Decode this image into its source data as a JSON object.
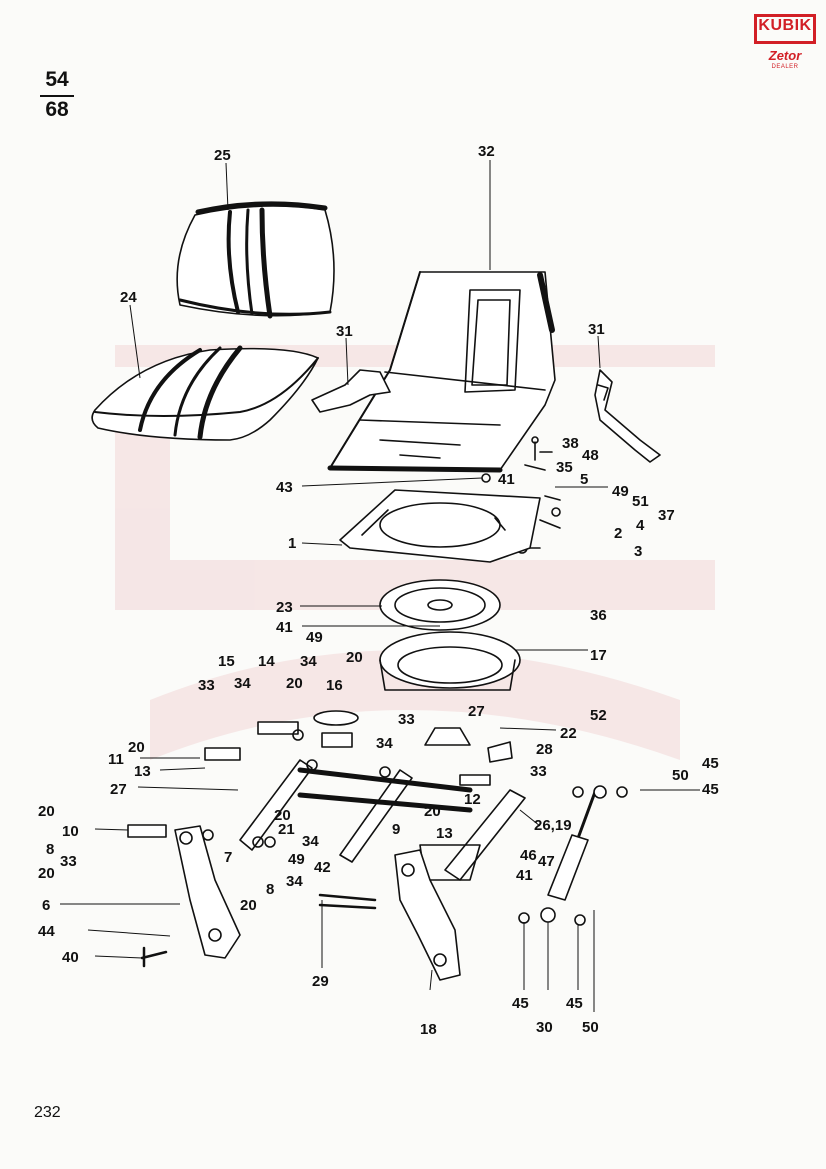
{
  "page": {
    "code_top": "54",
    "code_bottom": "68",
    "page_number": "232"
  },
  "logo": {
    "brand": "KUBIK",
    "sub": "Zetor",
    "dealer": "DEALER"
  },
  "colors": {
    "ink": "#111111",
    "paper": "#fbfbf9",
    "brand_red": "#d21f26",
    "watermark": "#f3dede"
  },
  "callouts": [
    {
      "id": "c25",
      "text": "25"
    },
    {
      "id": "c32",
      "text": "32"
    },
    {
      "id": "c24",
      "text": "24"
    },
    {
      "id": "c31a",
      "text": "31"
    },
    {
      "id": "c31b",
      "text": "31"
    },
    {
      "id": "c38",
      "text": "38"
    },
    {
      "id": "c48",
      "text": "48"
    },
    {
      "id": "c35",
      "text": "35"
    },
    {
      "id": "c41a",
      "text": "41"
    },
    {
      "id": "c5",
      "text": "5"
    },
    {
      "id": "c43",
      "text": "43"
    },
    {
      "id": "c49a",
      "text": "49"
    },
    {
      "id": "c51",
      "text": "51"
    },
    {
      "id": "c37",
      "text": "37"
    },
    {
      "id": "c4",
      "text": "4"
    },
    {
      "id": "c2",
      "text": "2"
    },
    {
      "id": "c1",
      "text": "1"
    },
    {
      "id": "c3",
      "text": "3"
    },
    {
      "id": "c23",
      "text": "23"
    },
    {
      "id": "c36",
      "text": "36"
    },
    {
      "id": "c41b",
      "text": "41"
    },
    {
      "id": "c49b",
      "text": "49"
    },
    {
      "id": "c17",
      "text": "17"
    },
    {
      "id": "c15",
      "text": "15"
    },
    {
      "id": "c14",
      "text": "14"
    },
    {
      "id": "c34a",
      "text": "34"
    },
    {
      "id": "c20a",
      "text": "20"
    },
    {
      "id": "c34b",
      "text": "34"
    },
    {
      "id": "c20b",
      "text": "20"
    },
    {
      "id": "c16",
      "text": "16"
    },
    {
      "id": "c33a",
      "text": "33"
    },
    {
      "id": "c33b",
      "text": "33"
    },
    {
      "id": "c27a",
      "text": "27"
    },
    {
      "id": "c52",
      "text": "52"
    },
    {
      "id": "c22",
      "text": "22"
    },
    {
      "id": "c34c",
      "text": "34"
    },
    {
      "id": "c20c",
      "text": "20"
    },
    {
      "id": "c28",
      "text": "28"
    },
    {
      "id": "c11",
      "text": "11"
    },
    {
      "id": "c13a",
      "text": "13"
    },
    {
      "id": "c33c",
      "text": "33"
    },
    {
      "id": "c45a",
      "text": "45"
    },
    {
      "id": "c50a",
      "text": "50"
    },
    {
      "id": "c27b",
      "text": "27"
    },
    {
      "id": "c45b",
      "text": "45"
    },
    {
      "id": "c20d",
      "text": "20"
    },
    {
      "id": "c12",
      "text": "12"
    },
    {
      "id": "c20e",
      "text": "20"
    },
    {
      "id": "c26",
      "text": "26,19"
    },
    {
      "id": "c20f",
      "text": "20"
    },
    {
      "id": "c21",
      "text": "21"
    },
    {
      "id": "c34d",
      "text": "34"
    },
    {
      "id": "c9",
      "text": "9"
    },
    {
      "id": "c10",
      "text": "10"
    },
    {
      "id": "c13b",
      "text": "13"
    },
    {
      "id": "c8a",
      "text": "8"
    },
    {
      "id": "c7",
      "text": "7"
    },
    {
      "id": "c49c",
      "text": "49"
    },
    {
      "id": "c42",
      "text": "42"
    },
    {
      "id": "c46",
      "text": "46"
    },
    {
      "id": "c47",
      "text": "47"
    },
    {
      "id": "c33d",
      "text": "33"
    },
    {
      "id": "c20g",
      "text": "20"
    },
    {
      "id": "c34e",
      "text": "34"
    },
    {
      "id": "c41c",
      "text": "41"
    },
    {
      "id": "c8b",
      "text": "8"
    },
    {
      "id": "c6",
      "text": "6"
    },
    {
      "id": "c20h",
      "text": "20"
    },
    {
      "id": "c44",
      "text": "44"
    },
    {
      "id": "c40",
      "text": "40"
    },
    {
      "id": "c29",
      "text": "29"
    },
    {
      "id": "c45c",
      "text": "45"
    },
    {
      "id": "c30",
      "text": "30"
    },
    {
      "id": "c45d",
      "text": "45"
    },
    {
      "id": "c50b",
      "text": "50"
    },
    {
      "id": "c18",
      "text": "18"
    }
  ]
}
